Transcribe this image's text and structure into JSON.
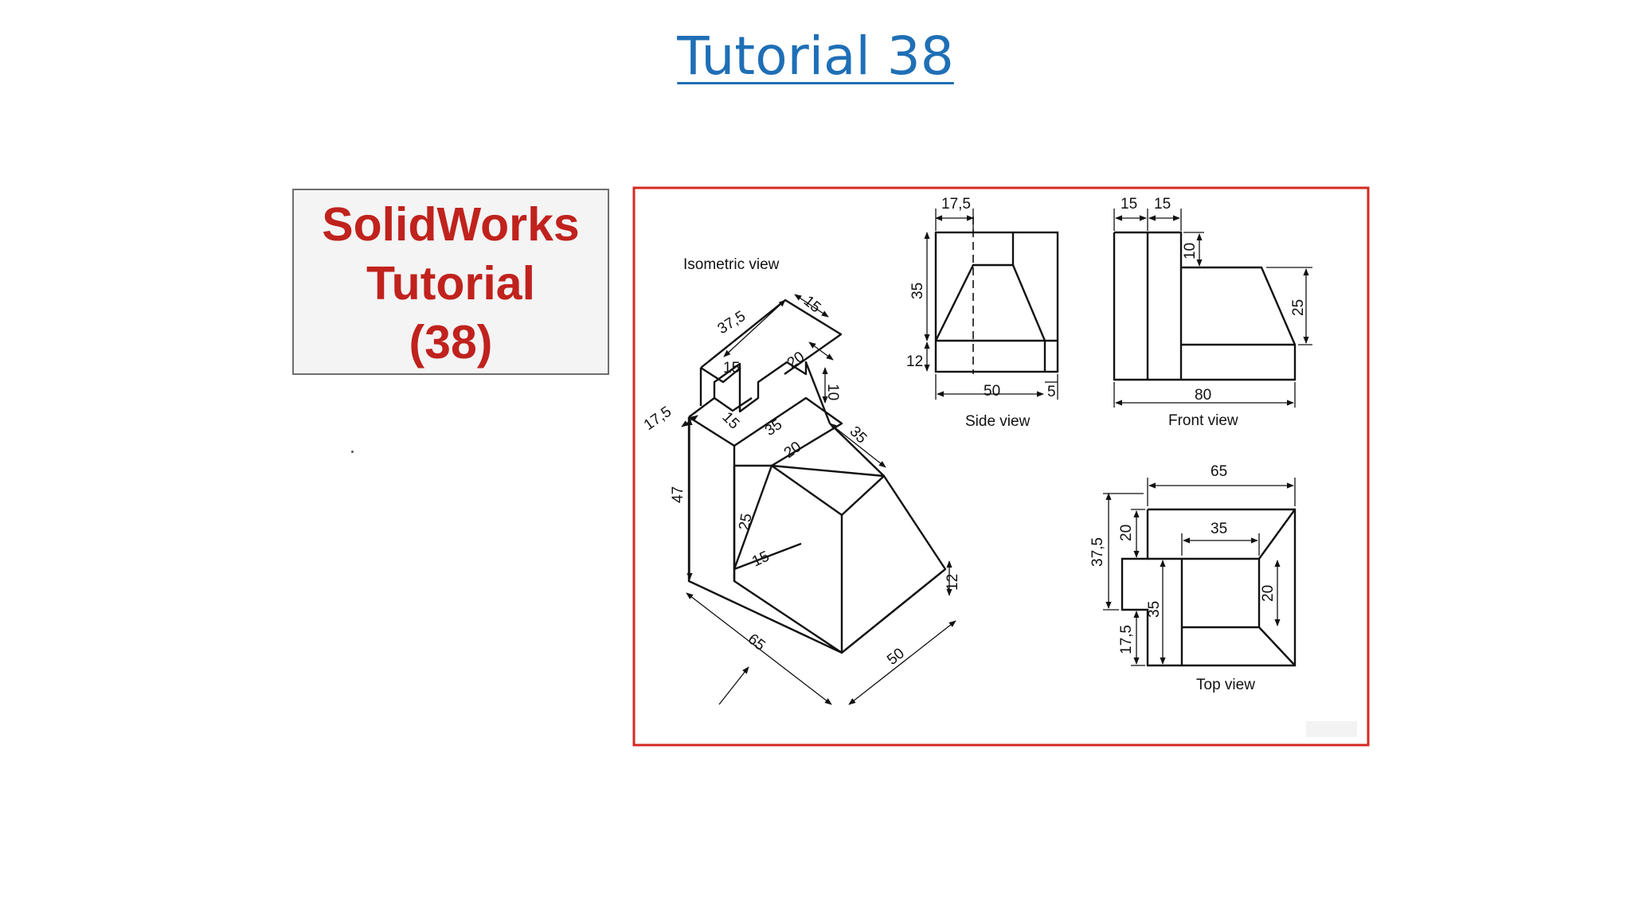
{
  "slide": {
    "title": "Tutorial 38"
  },
  "badge": {
    "line1": "SolidWorks",
    "line2": "Tutorial",
    "line3": "(38)"
  },
  "drawing": {
    "isometric_caption": "Isometric view",
    "side_caption": "Side view",
    "front_caption": "Front view",
    "top_caption": "Top view",
    "iso": {
      "d37_5": "37,5",
      "d15_top": "15",
      "d15_notch": "15",
      "d20_notch": "20",
      "d10": "10",
      "d17_5": "17,5",
      "d15_step": "15",
      "d35_inner": "35",
      "d35_side": "35",
      "d20_face": "20",
      "d47": "47",
      "d25": "25",
      "d15_low": "15",
      "d12": "12",
      "d65": "65",
      "d50": "50"
    },
    "side": {
      "d17_5": "17,5",
      "d35": "35",
      "d12": "12",
      "d50": "50",
      "d5": "5"
    },
    "front": {
      "d15a": "15",
      "d15b": "15",
      "d10": "10",
      "d25": "25",
      "d80": "80"
    },
    "topv": {
      "d65": "65",
      "d35_w": "35",
      "d20_left": "20",
      "d37_5": "37,5",
      "d35_h": "35",
      "d17_5": "17,5",
      "d20_right": "20"
    }
  },
  "colors": {
    "title_link": "#1f6fb6",
    "badge_text": "#c0221d",
    "frame": "#d42a22"
  }
}
